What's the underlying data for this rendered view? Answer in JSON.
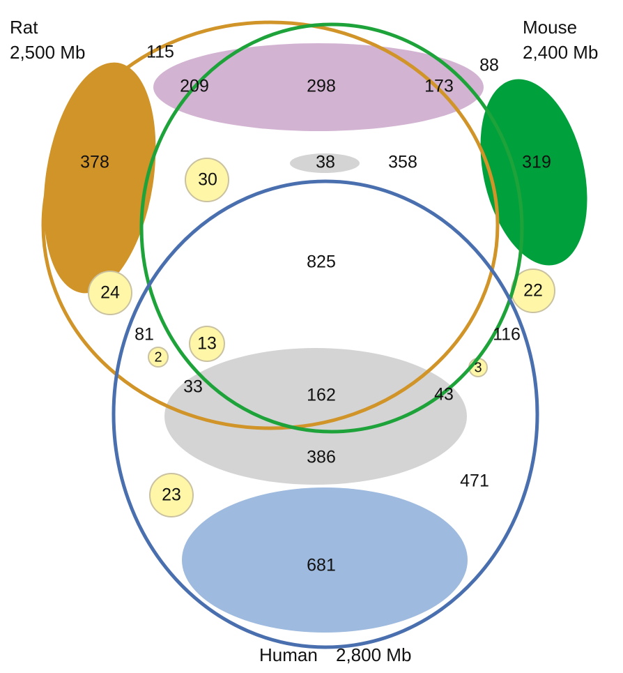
{
  "species": {
    "rat": {
      "name": "Rat",
      "size": "2,500 Mb",
      "color": "#d09428"
    },
    "mouse": {
      "name": "Mouse",
      "size": "2,400 Mb",
      "color": "#1ea33a"
    },
    "human": {
      "name": "Human",
      "size": "2,800 Mb",
      "color": "#4a6fae"
    }
  },
  "fills": {
    "purple": "#d2b4d2",
    "rat_only_blob": "#d09428",
    "mouse_only_blob": "#00a03c",
    "gray": "#d4d4d4",
    "blue": "#9ebade",
    "yellow": "#fff6a8",
    "yellow_stroke": "#c9c1a0"
  },
  "counts": {
    "rat_outer": "115",
    "rat_purple": "209",
    "shared_purple": "298",
    "mouse_purple": "173",
    "mouse_outer": "88",
    "rat_blob": "378",
    "mouse_blob": "319",
    "gray_small": "38",
    "rat_mouse": "358",
    "yellow_30": "30",
    "all_three": "825",
    "yellow_24": "24",
    "yellow_22": "22",
    "rat_human": "81",
    "mouse_human": "116",
    "yellow_13": "13",
    "yellow_2": "2",
    "yellow_3": "3",
    "gray_rat_human": "33",
    "gray_all": "162",
    "gray_mouse_human": "43",
    "gray_human": "386",
    "human_only": "471",
    "yellow_23": "23",
    "blue_human": "681"
  }
}
